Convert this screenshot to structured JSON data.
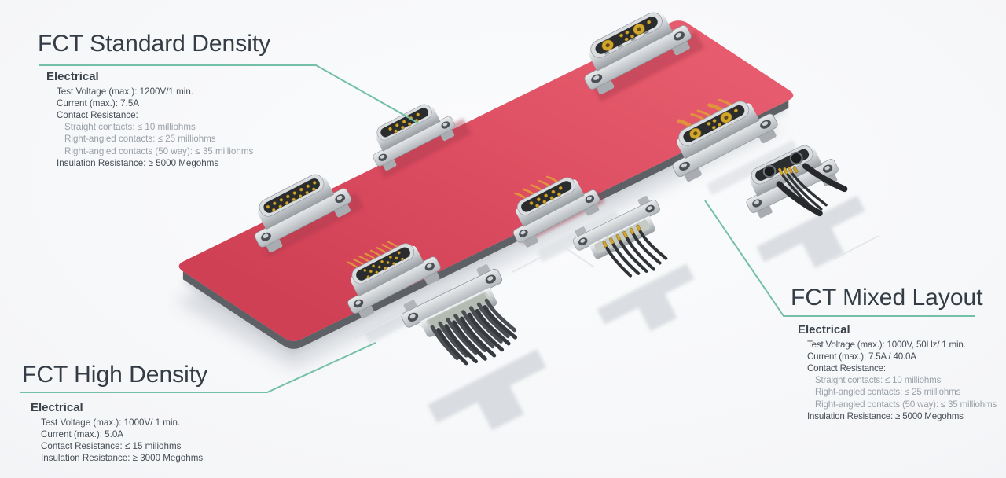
{
  "scene": {
    "background_color": "#f5f6f8",
    "board_color": "#dd4d61",
    "board_edge_color": "#5d6165",
    "leader_line_color": "#74c0a6",
    "title_color": "#343c45",
    "heading_color": "#3a424b",
    "text_color": "#454d55",
    "muted_text_color": "#9aa1a8",
    "metal_color": "#c8ccd0",
    "gold_pin_color": "#d2a62c",
    "wire_color": "#3c3f43",
    "render_description": "Red PCB with FCT D-sub connectors: standard density, high density and mixed layout variants"
  },
  "sections": [
    {
      "title": "FCT Standard Density",
      "heading": "Electrical",
      "specs": [
        {
          "text": "Test Voltage (max.): 1200V/1 min.",
          "sub": false
        },
        {
          "text": "Current (max.): 7.5A",
          "sub": false
        },
        {
          "text": "Contact Resistance:",
          "sub": false
        },
        {
          "text": "Straight contacts: ≤ 10 milliohms",
          "sub": true
        },
        {
          "text": "Right-angled contacts: ≤ 25 milliohms",
          "sub": true
        },
        {
          "text": "Right-angled contacts (50 way): ≤ 35 milliohms",
          "sub": true
        },
        {
          "text": "Insulation Resistance: ≥ 5000 Megohms",
          "sub": false
        }
      ]
    },
    {
      "title": "FCT High Density",
      "heading": "Electrical",
      "specs": [
        {
          "text": "Test Voltage (max.): 1000V/ 1 min.",
          "sub": false
        },
        {
          "text": "Current (max.): 5.0A",
          "sub": false
        },
        {
          "text": "Contact Resistance: ≤ 15 miliohms",
          "sub": false
        },
        {
          "text": "Insulation Resistance: ≥ 3000 Megohms",
          "sub": false
        }
      ]
    },
    {
      "title": "FCT Mixed Layout",
      "heading": "Electrical",
      "specs": [
        {
          "text": "Test Voltage (max.): 1000V, 50Hz/ 1 min.",
          "sub": false
        },
        {
          "text": "Current (max.): 7.5A / 40.0A",
          "sub": false
        },
        {
          "text": "Contact Resistance:",
          "sub": false
        },
        {
          "text": "Straight contacts: ≤ 10 milliohms",
          "sub": true
        },
        {
          "text": "Right-angled contacts: ≤ 25 milliohms",
          "sub": true
        },
        {
          "text": "Right-angled contacts (50 way): ≤ 35 milliohms",
          "sub": true
        },
        {
          "text": "Insulation Resistance: ≥ 5000 Megohms",
          "sub": false
        }
      ]
    }
  ]
}
